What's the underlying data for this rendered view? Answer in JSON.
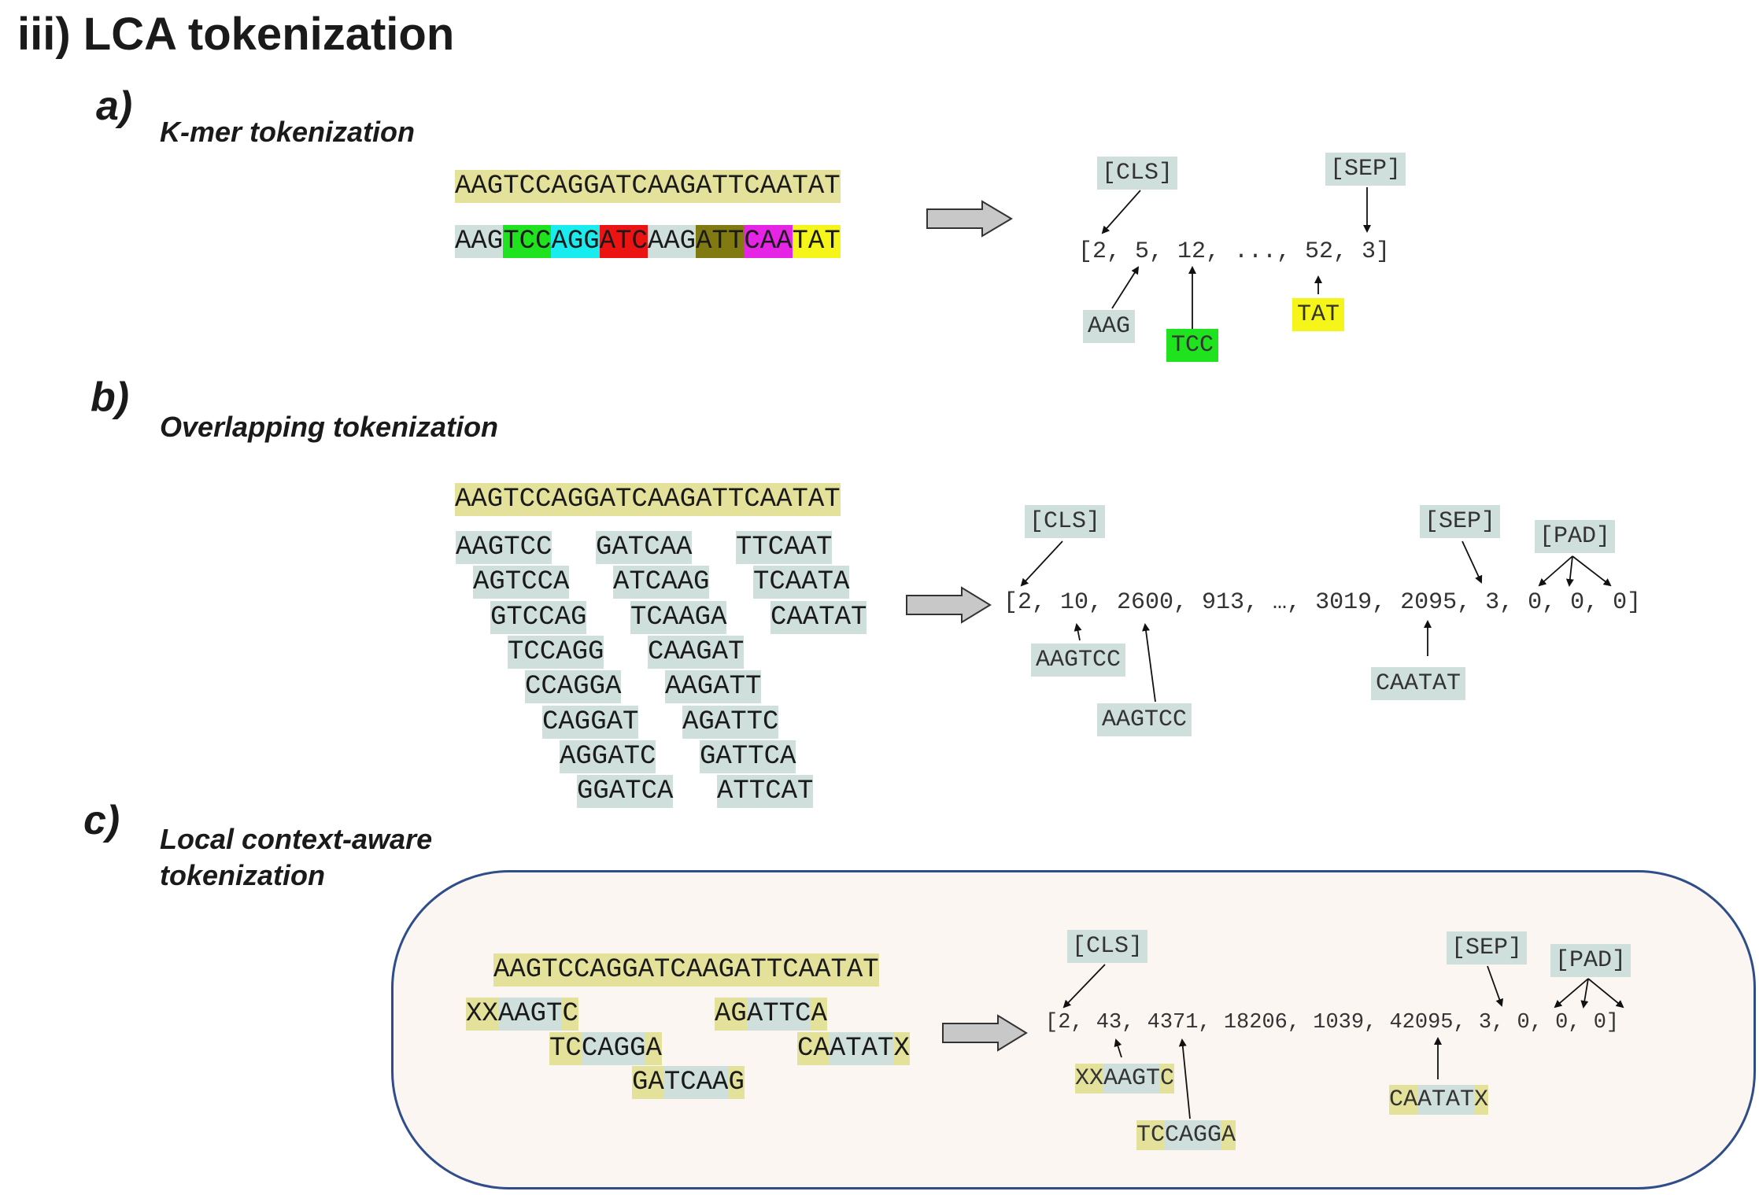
{
  "colors": {
    "gray_token": "#cfdfdc",
    "khaki": "#e4e19a",
    "green": "#1ee31e",
    "cyan": "#19ecef",
    "red": "#ec1313",
    "olive": "#807a10",
    "magenta": "#e524e5",
    "yellow": "#f6f51a",
    "box_border": "#2e4d89",
    "box_fill": "#fcf6f3"
  },
  "title": "iii) LCA tokenization",
  "section_a": {
    "letter": "a)",
    "title": "K-mer tokenization",
    "sequence": "AAGTCCAGGATCAAGATTCAATAT",
    "kmers": [
      {
        "text": "AAG",
        "color": "gray"
      },
      {
        "text": "TCC",
        "color": "green"
      },
      {
        "text": "AGG",
        "color": "cyan"
      },
      {
        "text": "ATC",
        "color": "red"
      },
      {
        "text": "AAG",
        "color": "gray"
      },
      {
        "text": "ATT",
        "color": "olive"
      },
      {
        "text": "CAA",
        "color": "magenta"
      },
      {
        "text": "TAT",
        "color": "yellow"
      }
    ],
    "cls": "[CLS]",
    "sep": "[SEP]",
    "ids": "[2, 5, 12, ..., 52, 3]",
    "tok1": "AAG",
    "tok2": "TCC",
    "tok3": "TAT"
  },
  "section_b": {
    "letter": "b)",
    "title": "Overlapping tokenization",
    "sequence": "AAGTCCAGGATCAAGATTCAATAT",
    "col1": [
      "AAGTCC",
      "AGTCCA",
      "GTCCAG",
      "TCCAGG",
      "CCAGGA",
      "CAGGAT",
      "AGGATC",
      "GGATCA"
    ],
    "col2": [
      "GATCAA",
      "ATCAAG",
      "TCAAGA",
      "CAAGAT",
      "AAGATT",
      "AGATTC",
      "GATTCA",
      "ATTCAT"
    ],
    "col3": [
      "TTCAAT",
      "TCAATA",
      "CAATAT"
    ],
    "cls": "[CLS]",
    "sep": "[SEP]",
    "pad": "[PAD]",
    "ids": "[2, 10, 2600, 913, …, 3019, 2095, 3, 0, 0, 0]",
    "tok1": "AAGTCC",
    "tok2": "AAGTCC",
    "tok3": "CAATAT"
  },
  "section_c": {
    "letter": "c)",
    "title_line1": "Local context-aware",
    "title_line2": "tokenization",
    "sequence": "AAGTCCAGGATCAAGATTCAATAT",
    "tokens": [
      [
        {
          "text": "XX",
          "color": "khaki"
        },
        {
          "text": "AAGT",
          "color": "gray"
        },
        {
          "text": "C",
          "color": "khaki"
        }
      ],
      [
        {
          "text": "TC",
          "color": "khaki"
        },
        {
          "text": "CAGG",
          "color": "gray"
        },
        {
          "text": "A",
          "color": "khaki"
        }
      ],
      [
        {
          "text": "GA",
          "color": "khaki"
        },
        {
          "text": "TCAA",
          "color": "gray"
        },
        {
          "text": "G",
          "color": "khaki"
        }
      ],
      [
        {
          "text": "AG",
          "color": "khaki"
        },
        {
          "text": "ATTC",
          "color": "gray"
        },
        {
          "text": "A",
          "color": "khaki"
        }
      ],
      [
        {
          "text": "CA",
          "color": "khaki"
        },
        {
          "text": "ATAT",
          "color": "gray"
        },
        {
          "text": "X",
          "color": "khaki"
        }
      ]
    ],
    "cls": "[CLS]",
    "sep": "[SEP]",
    "pad": "[PAD]",
    "ids": "[2, 43, 4371, 18206, 1039, 42095, 3, 0, 0, 0]",
    "tok1": [
      {
        "text": "XX",
        "color": "khaki"
      },
      {
        "text": "AAGT",
        "color": "gray"
      },
      {
        "text": "C",
        "color": "khaki"
      }
    ],
    "tok2": [
      {
        "text": "TC",
        "color": "khaki"
      },
      {
        "text": "CAGG",
        "color": "gray"
      },
      {
        "text": "A",
        "color": "khaki"
      }
    ],
    "tok3": [
      {
        "text": "CA",
        "color": "khaki"
      },
      {
        "text": "ATAT",
        "color": "gray"
      },
      {
        "text": "X",
        "color": "khaki"
      }
    ]
  }
}
